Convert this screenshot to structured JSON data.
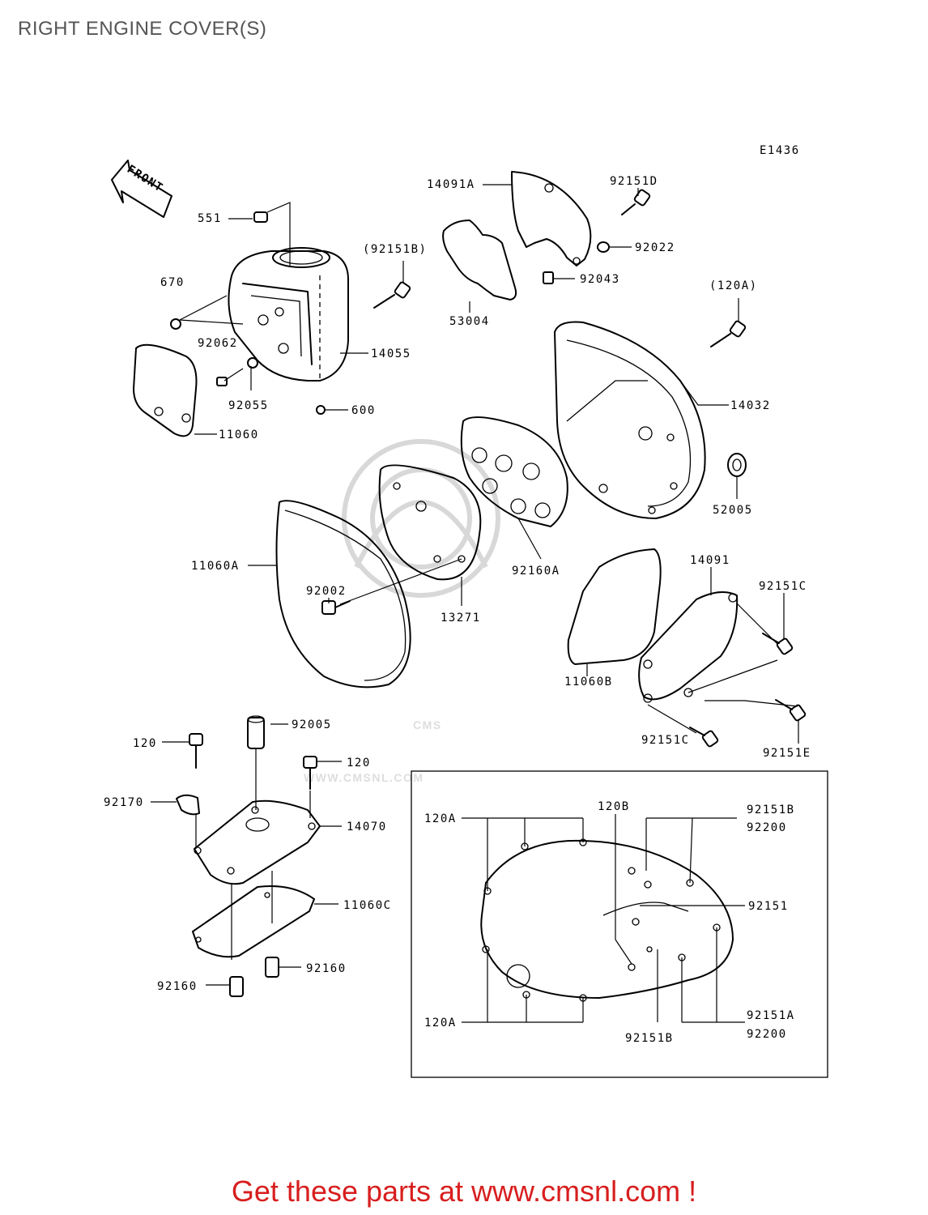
{
  "title": "RIGHT ENGINE COVER(S)",
  "diagram_code": "E1436",
  "front_arrow_label": "FRONT",
  "watermark": {
    "main": "CMS",
    "url": "WWW.CMSNL.COM"
  },
  "footer": "Get these parts at www.cmsnl.com !",
  "part_labels": {
    "p551": "551",
    "p670": "670",
    "p92062": "92062",
    "p92055": "92055",
    "p11060": "11060",
    "p14055": "14055",
    "p600": "600",
    "p92151B_paren": "(92151B)",
    "p14091A": "14091A",
    "p53004": "53004",
    "p92151D": "92151D",
    "p92022": "92022",
    "p92043": "92043",
    "p120A_paren": "(120A)",
    "p14032": "14032",
    "p52005": "52005",
    "p92160A": "92160A",
    "p11060A": "11060A",
    "p92002": "92002",
    "p13271": "13271",
    "p14091": "14091",
    "p92151C_top": "92151C",
    "p11060B": "11060B",
    "p92151C_bot": "92151C",
    "p92151E": "92151E",
    "p120_left": "120",
    "p92005": "92005",
    "p120_right": "120",
    "p92170": "92170",
    "p14070": "14070",
    "p11060C": "11060C",
    "p92160_right": "92160",
    "p92160_left": "92160"
  },
  "inset_labels": {
    "i120A_top": "120A",
    "i120B": "120B",
    "i92151B_top": "92151B",
    "i92200_top": "92200",
    "i92151": "92151",
    "i120A_bottom": "120A",
    "i92151B_bottom": "92151B",
    "i92151A": "92151A",
    "i92200_bottom": "92200"
  }
}
